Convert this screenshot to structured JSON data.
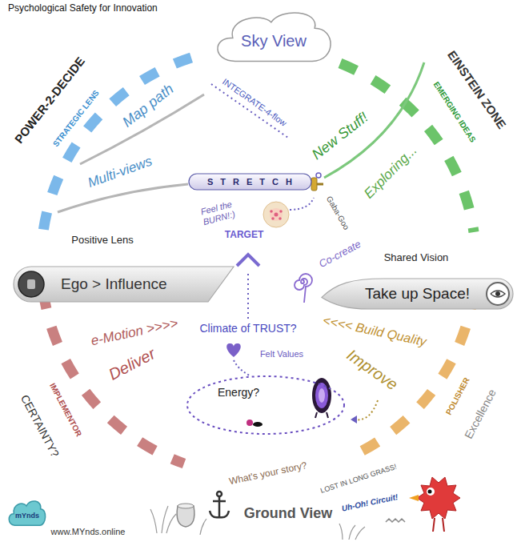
{
  "diagram": {
    "title": "Psychological Safety for Innovation",
    "nodes": [
      {
        "text": [
          "Sky View"
        ]
      },
      {
        "text": [
          "STRETCH"
        ]
      },
      {
        "text": [
          "Ego > Influence"
        ]
      },
      {
        "text": [
          "Take up Space!"
        ]
      },
      {
        "text": [
          "Energy?"
        ]
      },
      {
        "text": [
          "mYnds"
        ]
      }
    ],
    "labels": [
      "POWER-2-DECIDE",
      "STRATEGIC LENS",
      "EINSTEIN ZONE",
      "EMERGING IDEAS",
      "Map path",
      "INTEGRATE-4-flow",
      "New Stuff!",
      "Exploring...",
      "Multi-views",
      "Gaba-Goo",
      "Feel the BURN!:)",
      "TARGET",
      "Positive Lens",
      "Shared Vision",
      "Co-create",
      "e-Motion >>>>",
      "Climate of TRUST?",
      "<<<< Build Quality",
      "Felt Values",
      "Deliver",
      "Improve",
      "IMPLEMENTOR",
      "CERTAINTY?",
      "POLISHER",
      "Excellence",
      "What's your story?",
      "LOST IN LONG GRASS!",
      "Uh-Oh! Circuit!",
      "Ground View",
      "www.MYnds.online"
    ]
  }
}
